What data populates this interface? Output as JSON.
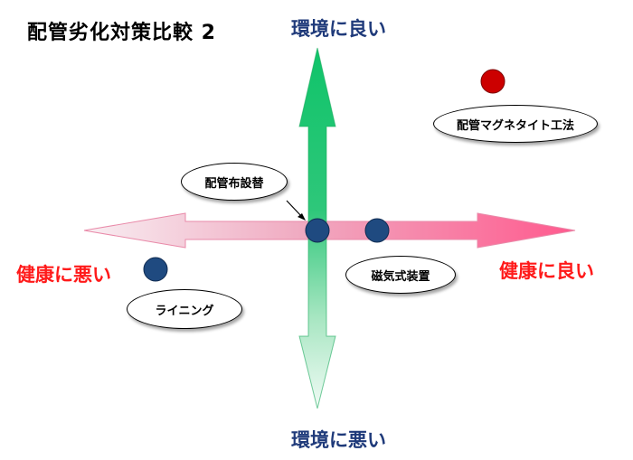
{
  "title": "配管劣化対策比較 2",
  "axes": {
    "top": "環境に良い",
    "bottom": "環境に悪い",
    "left": "健康に悪い",
    "right": "健康に良い"
  },
  "items": [
    {
      "label": "配管マグネタイト工法",
      "dot_color": "#cc0000"
    },
    {
      "label": "配管布設替",
      "dot_color": "#1f4a80"
    },
    {
      "label": "磁気式装置",
      "dot_color": "#1f4a80"
    },
    {
      "label": "ライニング",
      "dot_color": "#1f4a80"
    }
  ]
}
